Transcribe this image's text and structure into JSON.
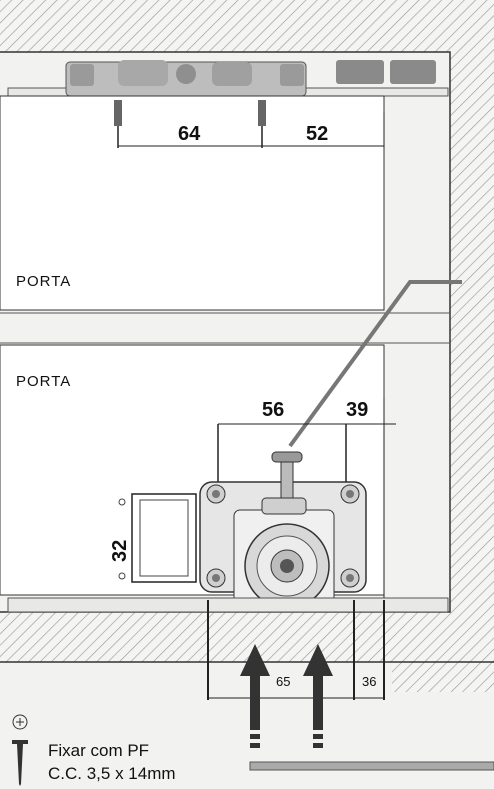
{
  "labels": {
    "door_upper": "PORTA",
    "door_lower": "PORTA"
  },
  "dimensions": {
    "top_left": "64",
    "top_right": "52",
    "mid_left": "56",
    "mid_right": "39",
    "side_height": "32",
    "bottom_left": "65",
    "bottom_right": "36"
  },
  "note": {
    "line1": "Fixar com PF",
    "line2": "C.C. 3,5 x 14mm"
  },
  "colors": {
    "line": "#222222",
    "hatch": "#9a9a9a",
    "part": "#d9d9d9",
    "arrow": "#333333"
  }
}
